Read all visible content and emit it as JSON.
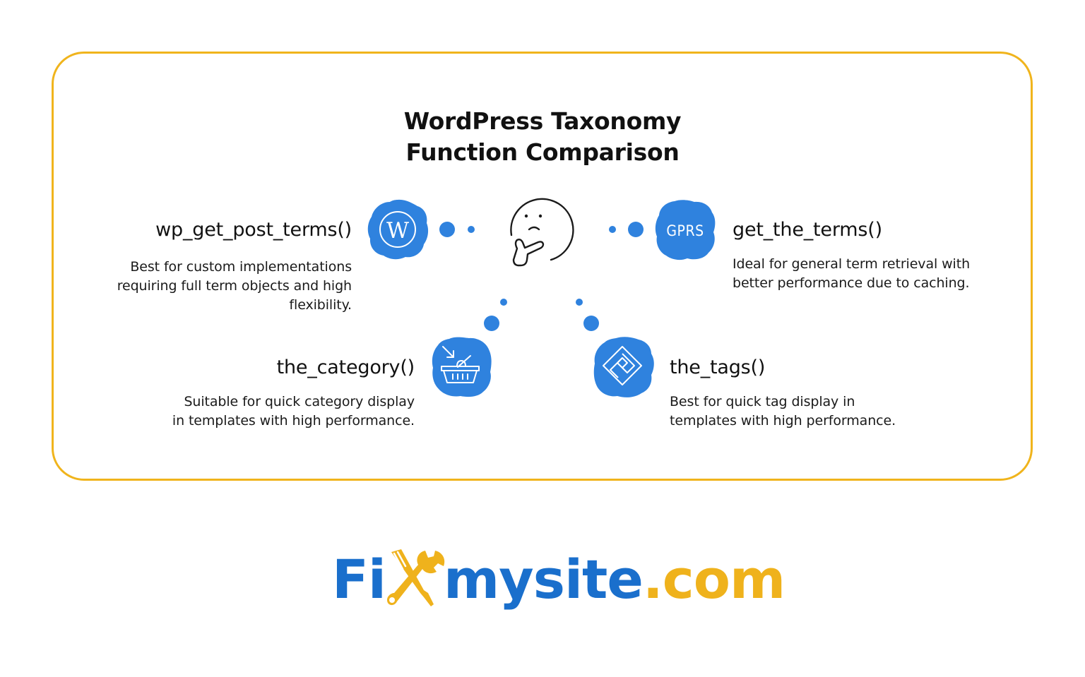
{
  "title": {
    "line1": "WordPress Taxonomy",
    "line2": "Function Comparison"
  },
  "center_icon": "thinking-face-icon",
  "colors": {
    "frame_border": "#f0b41c",
    "icon_blue": "#2f82de",
    "logo_blue": "#1a6fcc",
    "logo_gold": "#efb21c",
    "text": "#111111"
  },
  "functions": [
    {
      "name": "wp_get_post_terms()",
      "description_lines": [
        "Best for custom implementations",
        "requiring full term objects and high",
        "flexibility."
      ],
      "icon": "wordpress-logo-icon",
      "position": "top-left"
    },
    {
      "name": "get_the_terms()",
      "description_lines": [
        "Ideal for general term retrieval with",
        "better performance due to caching."
      ],
      "icon": "gprs-text-icon",
      "icon_text": "GPRS",
      "position": "top-right"
    },
    {
      "name": "the_category()",
      "description_lines": [
        "Suitable for quick category display",
        "in templates with high performance."
      ],
      "icon": "shopping-basket-icon",
      "position": "bottom-left"
    },
    {
      "name": "the_tags()",
      "description_lines": [
        "Best for quick tag display in",
        "templates with high performance."
      ],
      "icon": "diamond-tag-icon",
      "position": "bottom-right"
    }
  ],
  "logo": {
    "part1": "Fi",
    "part2": "mysite",
    "part3": ".com",
    "icon": "wrench-screwdriver-icon"
  }
}
